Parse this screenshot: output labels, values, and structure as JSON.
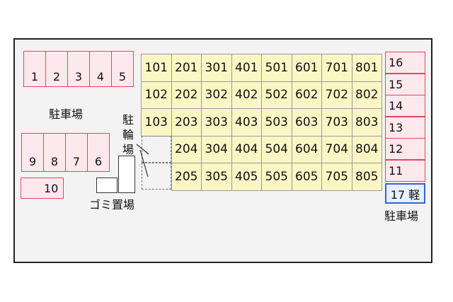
{
  "parking_left_top": [
    "1",
    "2",
    "3",
    "4",
    "5"
  ],
  "parking_left_bottom": [
    "9",
    "8",
    "7",
    "6"
  ],
  "parking_left_single": "10",
  "parking_right": [
    "16",
    "15",
    "14",
    "13",
    "12",
    "11"
  ],
  "parking_light": "17 軽",
  "units": [
    [
      "101",
      "201",
      "301",
      "401",
      "501",
      "601",
      "701",
      "801"
    ],
    [
      "102",
      "202",
      "302",
      "402",
      "502",
      "602",
      "702",
      "802"
    ],
    [
      "103",
      "203",
      "303",
      "403",
      "503",
      "603",
      "703",
      "803"
    ],
    [
      "",
      "204",
      "304",
      "404",
      "504",
      "604",
      "704",
      "804"
    ],
    [
      "",
      "205",
      "305",
      "405",
      "505",
      "605",
      "705",
      "805"
    ]
  ],
  "labels": {
    "parking_left": "駐車場",
    "parking_right": "駐車場",
    "bicycle_parking": [
      "駐",
      "輪",
      "場"
    ],
    "garbage": "ゴミ置場"
  },
  "colors": {
    "parking_fill": "#fde8ee",
    "parking_border": "#e8455a",
    "unit_fill": "#fbf7c5",
    "light_border": "#3366cc"
  }
}
